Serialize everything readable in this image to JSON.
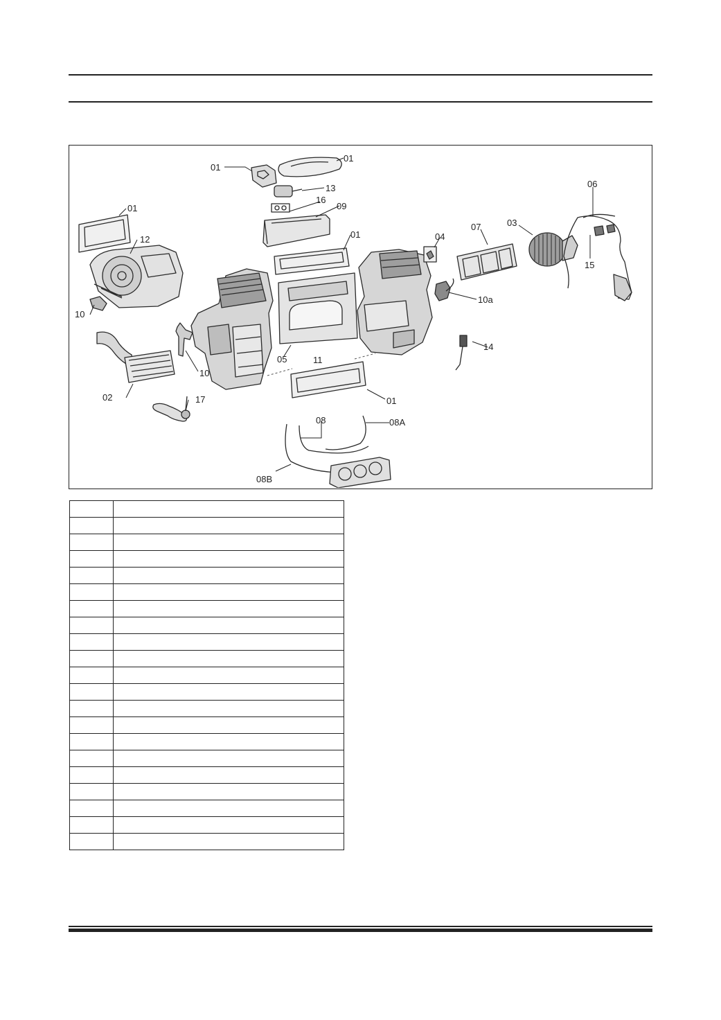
{
  "figure": {
    "callouts": [
      {
        "id": "c-01a",
        "label": "01"
      },
      {
        "id": "c-01b",
        "label": "01"
      },
      {
        "id": "c-13",
        "label": "13"
      },
      {
        "id": "c-16",
        "label": "16"
      },
      {
        "id": "c-09",
        "label": "09"
      },
      {
        "id": "c-01c",
        "label": "01"
      },
      {
        "id": "c-12",
        "label": "12"
      },
      {
        "id": "c-01d",
        "label": "01"
      },
      {
        "id": "c-04",
        "label": "04"
      },
      {
        "id": "c-07",
        "label": "07"
      },
      {
        "id": "c-03",
        "label": "03"
      },
      {
        "id": "c-06",
        "label": "06"
      },
      {
        "id": "c-15",
        "label": "15"
      },
      {
        "id": "c-10a",
        "label": "10a"
      },
      {
        "id": "c-10b",
        "label": "10"
      },
      {
        "id": "c-10c",
        "label": "10"
      },
      {
        "id": "c-14",
        "label": "14"
      },
      {
        "id": "c-05",
        "label": "05"
      },
      {
        "id": "c-11",
        "label": "11"
      },
      {
        "id": "c-02",
        "label": "02"
      },
      {
        "id": "c-17",
        "label": "17"
      },
      {
        "id": "c-01e",
        "label": "01"
      },
      {
        "id": "c-08",
        "label": "08"
      },
      {
        "id": "c-08A",
        "label": "08A"
      },
      {
        "id": "c-08B",
        "label": "08B"
      }
    ]
  },
  "parts_table": {
    "rows": [
      {
        "num": "",
        "desc": ""
      },
      {
        "num": "",
        "desc": ""
      },
      {
        "num": "",
        "desc": ""
      },
      {
        "num": "",
        "desc": ""
      },
      {
        "num": "",
        "desc": ""
      },
      {
        "num": "",
        "desc": ""
      },
      {
        "num": "",
        "desc": ""
      },
      {
        "num": "",
        "desc": ""
      },
      {
        "num": "",
        "desc": ""
      },
      {
        "num": "",
        "desc": ""
      },
      {
        "num": "",
        "desc": ""
      },
      {
        "num": "",
        "desc": ""
      },
      {
        "num": "",
        "desc": ""
      },
      {
        "num": "",
        "desc": ""
      },
      {
        "num": "",
        "desc": ""
      },
      {
        "num": "",
        "desc": ""
      },
      {
        "num": "",
        "desc": ""
      },
      {
        "num": "",
        "desc": ""
      },
      {
        "num": "",
        "desc": ""
      },
      {
        "num": "",
        "desc": ""
      },
      {
        "num": "",
        "desc": ""
      }
    ]
  }
}
